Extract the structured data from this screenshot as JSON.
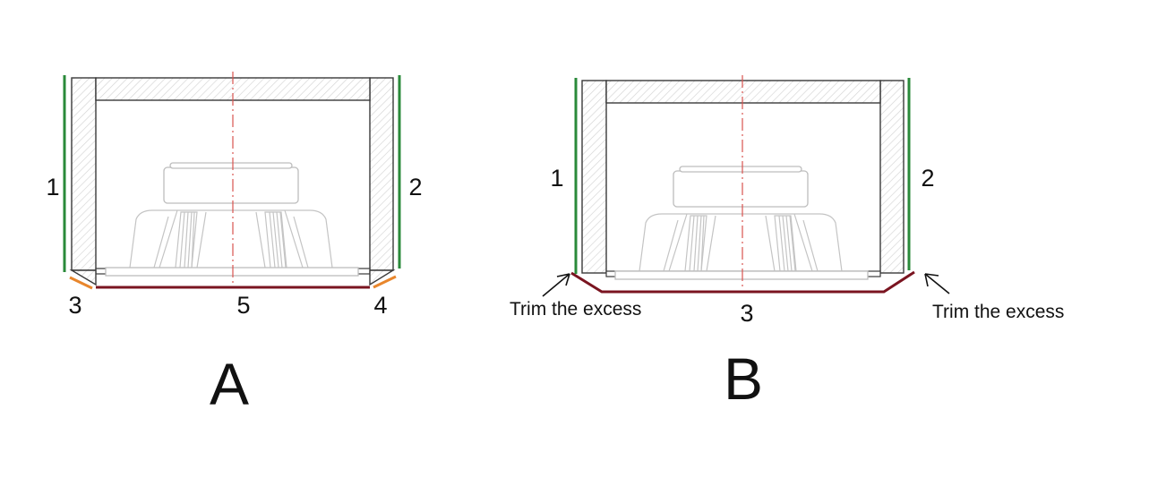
{
  "diagram_a": {
    "labels": [
      "1",
      "2",
      "3",
      "5",
      "4"
    ],
    "caption": "A"
  },
  "diagram_b": {
    "labels": [
      "1",
      "2",
      "3"
    ],
    "annotations": [
      "Trim the excess",
      "Trim the excess"
    ],
    "caption": "B"
  },
  "colors": {
    "side_edge": "#2a8a3a",
    "bevel_edge": "#e8862c",
    "bottom_edge": "#7a1420",
    "center_line": "#d9534f",
    "outline": "#3a3a3a",
    "hatch": "#d4d4d4",
    "speaker_outline": "#bdbdbd"
  }
}
